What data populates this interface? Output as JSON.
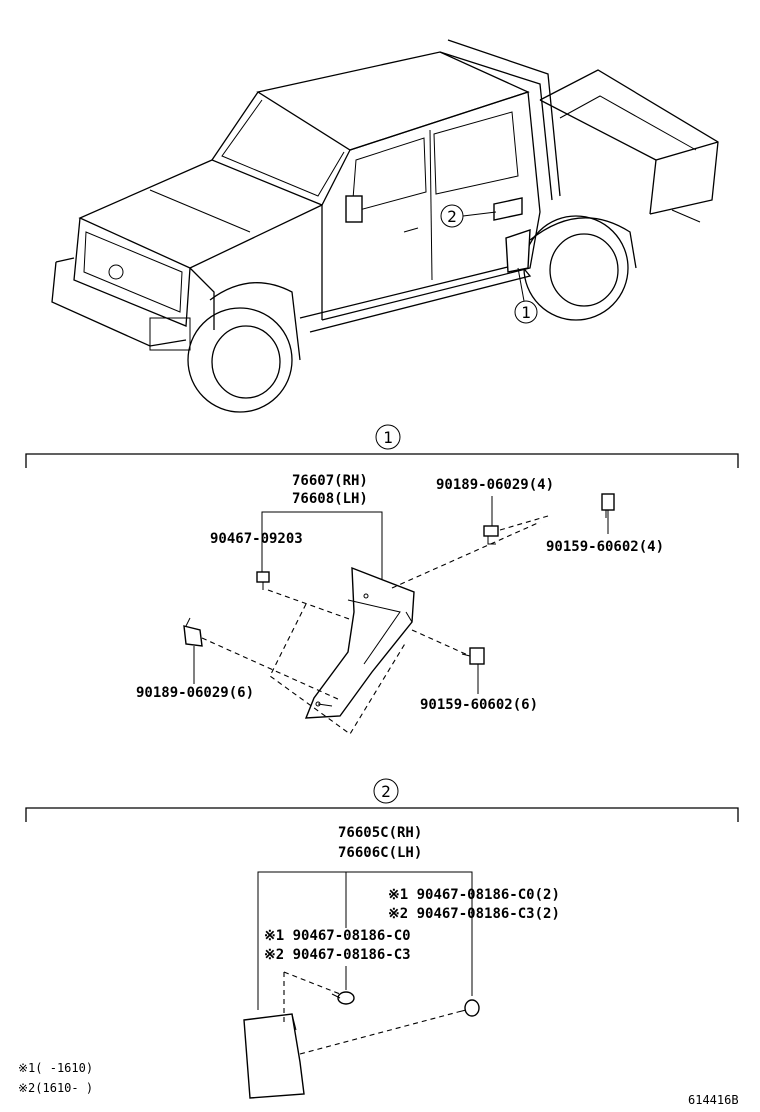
{
  "callouts": {
    "one": "1",
    "two": "2"
  },
  "section1": {
    "marker": "1",
    "part_rh": "76607(RH)",
    "part_lh": "76608(LH)",
    "screw_center": "90467-09203",
    "clip_top": "90189-06029(4)",
    "bolt_top": "90159-60602(4)",
    "clip_left": "90189-06029(6)",
    "bolt_right": "90159-60602(6)"
  },
  "section2": {
    "marker": "2",
    "part_rh": "76605C(RH)",
    "part_lh": "76606C(LH)",
    "right_1": "※1 90467-08186-C0(2)",
    "right_2": "※2 90467-08186-C3(2)",
    "left_1": "※1 90467-08186-C0",
    "left_2": "※2 90467-08186-C3"
  },
  "notes": {
    "note1": "※1(     -1610)",
    "note2": "※2(1610-     )"
  },
  "figure_id": "614416B"
}
